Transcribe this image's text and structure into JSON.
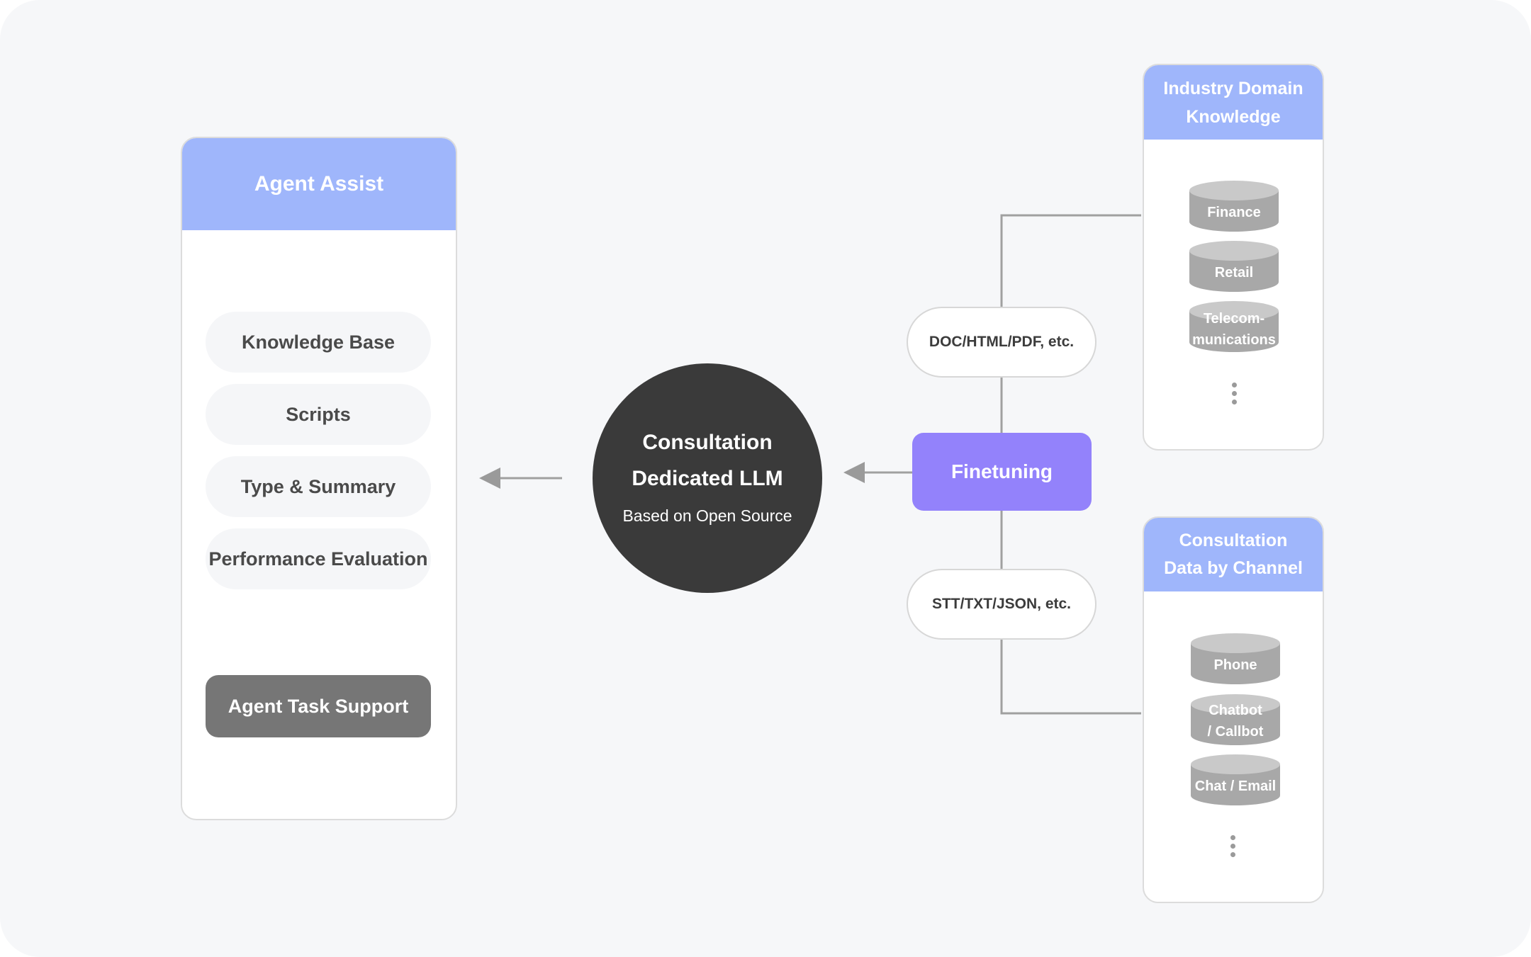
{
  "agent_assist": {
    "title": "Agent Assist",
    "items": [
      "Knowledge Base",
      "Scripts",
      "Type & Summary",
      "Performance Evaluation"
    ],
    "task": "Agent Task Support"
  },
  "llm": {
    "line1": "Consultation",
    "line2": "Dedicated LLM",
    "sub": "Based on Open Source"
  },
  "finetuning": "Finetuning",
  "formats": {
    "top": "DOC/HTML/PDF, etc.",
    "bottom": "STT/TXT/JSON, etc."
  },
  "industry": {
    "title_line1": "Industry Domain",
    "title_line2": "Knowledge",
    "items": [
      {
        "line1": "Finance",
        "line2": ""
      },
      {
        "line1": "Retail",
        "line2": ""
      },
      {
        "line1": "Telecom-",
        "line2": "munications"
      }
    ]
  },
  "consultation_data": {
    "title_line1": "Consultation",
    "title_line2": "Data by Channel",
    "items": [
      {
        "line1": "Phone",
        "line2": ""
      },
      {
        "line1": "Chatbot",
        "line2": "/ Callbot"
      },
      {
        "line1": "Chat / Email",
        "line2": ""
      }
    ]
  },
  "colors": {
    "panel_header": "#9fb6fb",
    "finetuning": "#9382fb",
    "llm_circle": "#3a3a3a",
    "task_button": "#767676",
    "database": "#a8a8a8"
  }
}
